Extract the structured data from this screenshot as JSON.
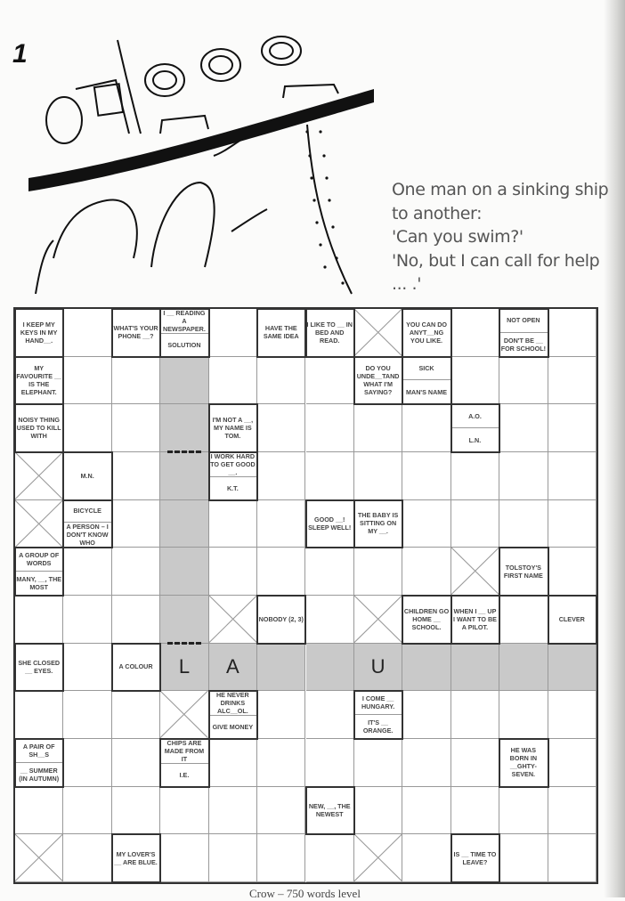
{
  "exercise_number": "1",
  "joke": {
    "lines": [
      "One man on a sinking ship",
      "to another:",
      "'Can you swim?'",
      "'No, but I can call for help",
      "... .'"
    ]
  },
  "crossword": {
    "rows": [
      [
        {
          "c": [
            "I KEEP MY KEYS IN MY HAND__."
          ]
        },
        null,
        {
          "c": [
            "WHAT'S YOUR PHONE __?"
          ]
        },
        {
          "c": [
            "I __ READING A NEWSPAPER.",
            "SOLUTION"
          ]
        },
        null,
        {
          "c": [
            "HAVE THE SAME IDEA"
          ]
        },
        {
          "c": [
            "I LIKE TO __ IN BED AND READ."
          ]
        },
        {
          "x": 1
        },
        {
          "c": [
            "YOU CAN DO ANYT__NG YOU LIKE."
          ]
        },
        null,
        {
          "c": [
            "NOT OPEN",
            "DON'T BE __ FOR SCHOOL!"
          ]
        },
        null
      ],
      [
        {
          "c": [
            "MY FAVOURITE __ IS THE ELEPHANT."
          ]
        },
        null,
        null,
        {
          "s": 1
        },
        null,
        null,
        null,
        {
          "c": [
            "DO YOU UNDE__TAND WHAT I'M SAYING?"
          ]
        },
        {
          "c": [
            "SICK",
            "MAN'S NAME"
          ]
        },
        null,
        null,
        null
      ],
      [
        {
          "c": [
            "NOISY THING USED TO KILL WITH"
          ]
        },
        null,
        null,
        {
          "s": 1
        },
        {
          "c": [
            "I'M NOT A __, MY NAME IS TOM."
          ]
        },
        null,
        null,
        null,
        null,
        {
          "c": [
            "A.O.",
            "L.N."
          ]
        },
        null,
        null
      ],
      [
        {
          "x": 1
        },
        {
          "c": [
            "M.N."
          ]
        },
        null,
        {
          "s": 1,
          "d": 1
        },
        {
          "c": [
            "I WORK HARD TO GET GOOD __.",
            "K.T."
          ]
        },
        null,
        null,
        null,
        null,
        null,
        null,
        null
      ],
      [
        {
          "x": 1
        },
        {
          "c": [
            "BICYCLE",
            "A PERSON – I DON'T KNOW WHO"
          ]
        },
        null,
        {
          "s": 1
        },
        null,
        null,
        {
          "c": [
            "GOOD __! SLEEP WELL!"
          ]
        },
        {
          "c": [
            "THE BABY IS SITTING ON MY __."
          ]
        },
        null,
        null,
        null,
        null
      ],
      [
        {
          "c": [
            "A GROUP OF WORDS",
            "MANY, __, THE MOST"
          ]
        },
        null,
        null,
        {
          "s": 1
        },
        null,
        null,
        null,
        null,
        null,
        {
          "x": 1
        },
        {
          "c": [
            "TOLSTOY'S FIRST NAME"
          ]
        },
        null
      ],
      [
        null,
        null,
        null,
        {
          "s": 1
        },
        {
          "x": 1
        },
        {
          "c": [
            "NOBODY (2, 3)"
          ]
        },
        null,
        {
          "x": 1
        },
        {
          "c": [
            "CHILDREN GO HOME __ SCHOOL."
          ]
        },
        {
          "c": [
            "WHEN I __ UP I WANT TO BE A PILOT."
          ]
        },
        null,
        {
          "c": [
            "CLEVER"
          ]
        }
      ],
      [
        {
          "c": [
            "SHE CLOSED __ EYES."
          ]
        },
        null,
        {
          "c": [
            "A COLOUR"
          ]
        },
        {
          "s": 1,
          "l": "L",
          "d": 1
        },
        {
          "s": 1,
          "l": "A"
        },
        {
          "s": 1
        },
        {
          "s": 1
        },
        {
          "s": 1,
          "l": "U"
        },
        {
          "s": 1
        },
        {
          "s": 1
        },
        {
          "s": 1
        },
        {
          "s": 1
        }
      ],
      [
        null,
        null,
        null,
        {
          "x": 1
        },
        {
          "c": [
            "HE NEVER DRINKS ALC__OL.",
            "GIVE MONEY"
          ]
        },
        null,
        null,
        {
          "c": [
            "I COME __ HUNGARY.",
            "IT'S __ ORANGE."
          ]
        },
        null,
        null,
        null,
        null
      ],
      [
        {
          "c": [
            "A PAIR OF SH__S",
            "__ SUMMER (IN AUTUMN)"
          ]
        },
        null,
        null,
        {
          "c": [
            "CHIPS ARE MADE FROM IT",
            "I.E."
          ]
        },
        null,
        null,
        null,
        null,
        null,
        null,
        {
          "c": [
            "HE WAS BORN IN __GHTY-SEVEN."
          ]
        },
        null
      ],
      [
        null,
        null,
        null,
        null,
        null,
        null,
        {
          "c": [
            "NEW, __, THE NEWEST"
          ]
        },
        null,
        null,
        null,
        null,
        null
      ],
      [
        {
          "x": 1
        },
        null,
        {
          "c": [
            "MY LOVER'S __ ARE BLUE."
          ]
        },
        null,
        null,
        null,
        null,
        {
          "x": 1
        },
        null,
        {
          "c": [
            "IS __ TIME TO LEAVE?"
          ]
        },
        null,
        null
      ]
    ]
  },
  "footer": "Crow – 750 words level",
  "colors": {
    "shade": "#c9c9c9",
    "clue_text": "#444444"
  }
}
